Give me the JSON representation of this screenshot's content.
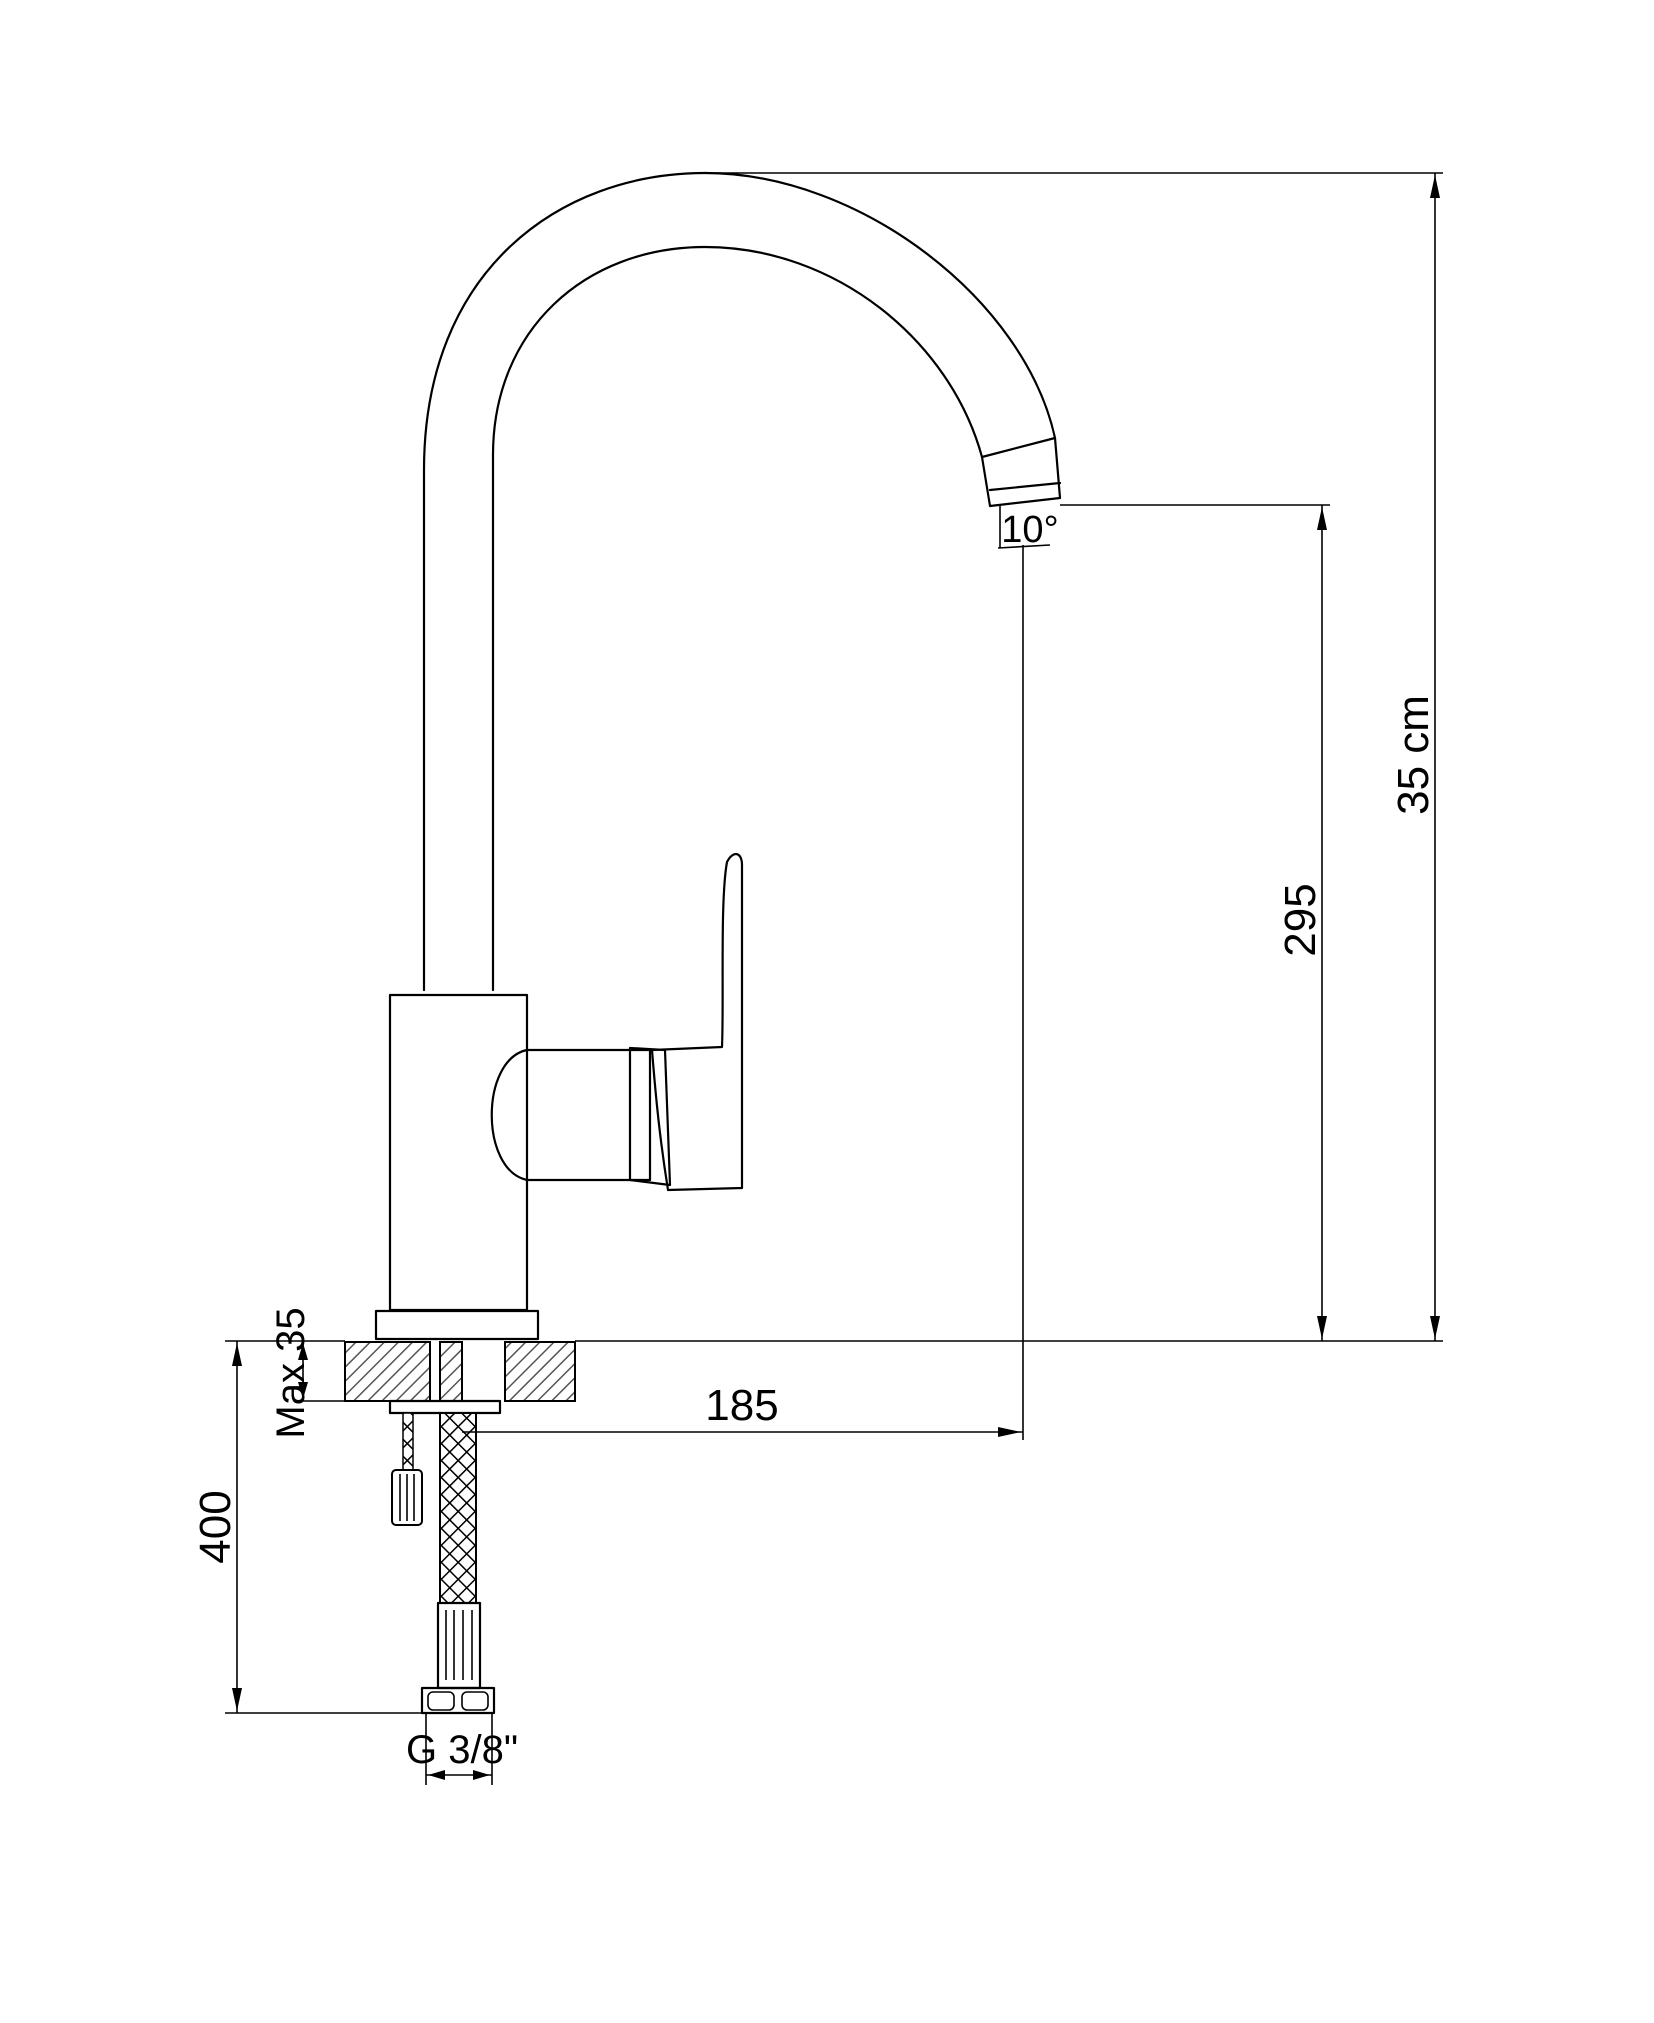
{
  "drawing": {
    "subject": "kitchen faucet technical drawing",
    "colors": {
      "line": "#000000",
      "background": "#ffffff",
      "hatch": "#555555"
    },
    "dimensions": {
      "total_height": "35 cm",
      "spout_height": "295",
      "spout_reach": "185",
      "hose_length": "400",
      "max_counter": "Max 35",
      "spout_angle": "10°",
      "connector_thread": "G 3/8\""
    }
  }
}
